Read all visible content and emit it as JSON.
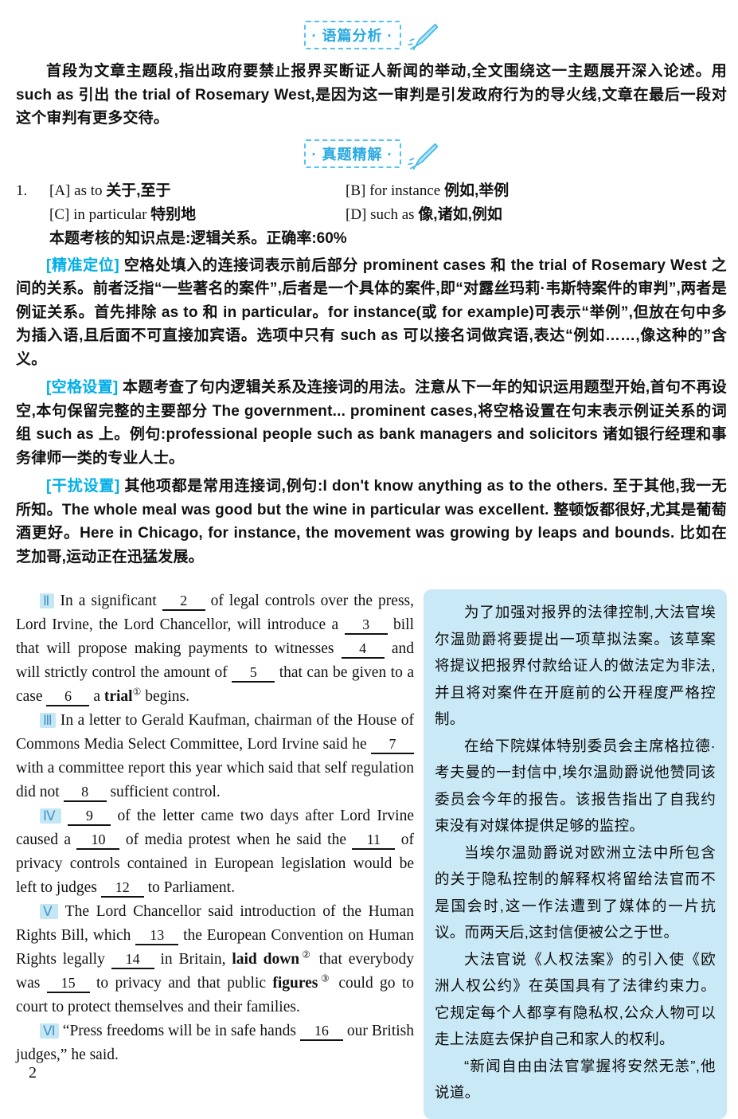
{
  "page": {
    "number": "2"
  },
  "badges": {
    "discourse_label": "· 语篇分析 ·",
    "exam_label": "· 真题精解 ·",
    "accent_color": "#2aa9e1",
    "pen_icon_color": "#9adcf7"
  },
  "discourse_analysis": {
    "text": "首段为文章主题段,指出政府要禁止报界买断证人新闻的举动,全文围绕这一主题展开深入论述。用 such as 引出 the trial of Rosemary West,是因为这一审判是引发政府行为的导火线,文章在最后一段对这个审判有更多交待。"
  },
  "question": {
    "number": "1.",
    "options": [
      {
        "key": "[A]",
        "en": "as to ",
        "cn": "关于,至于"
      },
      {
        "key": "[B]",
        "en": "for instance ",
        "cn": "例如,举例"
      },
      {
        "key": "[C]",
        "en": "in particular ",
        "cn": "特别地"
      },
      {
        "key": "[D]",
        "en": "such as ",
        "cn": "像,诸如,例如"
      }
    ],
    "knowledge_point": "本题考核的知识点是:逻辑关系。正确率:60%",
    "sections": [
      {
        "label": "[精准定位]",
        "text": " 空格处填入的连接词表示前后部分 prominent cases 和 the trial of Rosemary West 之间的关系。前者泛指“一些著名的案件”,后者是一个具体的案件,即“对露丝玛莉·韦斯特案件的审判”,两者是例证关系。首先排除 as to 和 in particular。for instance(或 for example)可表示“举例”,但放在句中多为插入语,且后面不可直接加宾语。选项中只有 such as 可以接名词做宾语,表达“例如……,像这种的”含义。"
      },
      {
        "label": "[空格设置]",
        "text": " 本题考查了句内逻辑关系及连接词的用法。注意从下一年的知识运用题型开始,首句不再设空,本句保留完整的主要部分 The government... prominent cases,将空格设置在句末表示例证关系的词组 such as 上。例句:professional people such as bank managers and solicitors 诸如银行经理和事务律师一类的专业人士。"
      },
      {
        "label": "[干扰设置]",
        "text": " 其他项都是常用连接词,例句:I don't know anything as to the others. 至于其他,我一无所知。The whole meal was good but the wine in particular was excellent. 整顿饭都很好,尤其是葡萄酒更好。Here in Chicago, for instance, the movement was growing by leaps and bounds. 比如在芝加哥,运动正在迅猛发展。"
      }
    ]
  },
  "passage": {
    "paragraphs": [
      {
        "marker": "Ⅱ",
        "segments": [
          {
            "text": "In a significant "
          },
          {
            "blank": "2"
          },
          {
            "text": " of legal controls over the press, Lord Irvine, the Lord Chancellor, will introduce a "
          },
          {
            "blank": "3"
          },
          {
            "text": " bill that will propose making payments to witnesses "
          },
          {
            "blank": "4"
          },
          {
            "text": " and will strictly control the amount of "
          },
          {
            "blank": "5"
          },
          {
            "text": " that can be given to a case "
          },
          {
            "blank": "6"
          },
          {
            "text": " a "
          },
          {
            "bold": "trial"
          },
          {
            "sup": "①"
          },
          {
            "text": " begins."
          }
        ]
      },
      {
        "marker": "Ⅲ",
        "segments": [
          {
            "text": "In a letter to Gerald Kaufman, chairman of the House of Commons Media Select Committee, Lord Irvine said he "
          },
          {
            "blank": "7"
          },
          {
            "text": " with a committee report this year which said that self regulation did not "
          },
          {
            "blank": "8"
          },
          {
            "text": " sufficient control."
          }
        ]
      },
      {
        "marker": "Ⅳ",
        "segments": [
          {
            "blank": "9"
          },
          {
            "text": " of the letter came two days after Lord Irvine caused a "
          },
          {
            "blank": "10"
          },
          {
            "text": " of media protest when he said the "
          },
          {
            "blank": "11"
          },
          {
            "text": " of privacy controls contained in European legislation would be left to judges "
          },
          {
            "blank": "12"
          },
          {
            "text": " to Parliament."
          }
        ]
      },
      {
        "marker": "Ⅴ",
        "segments": [
          {
            "text": "The Lord Chancellor said introduction of the Human Rights Bill, which "
          },
          {
            "blank": "13"
          },
          {
            "text": " the European Convention on Human Rights legally "
          },
          {
            "blank": "14"
          },
          {
            "text": " in Britain, "
          },
          {
            "bold": "laid down"
          },
          {
            "sup": "②"
          },
          {
            "text": " that everybody was "
          },
          {
            "blank": "15"
          },
          {
            "text": " to privacy and that public "
          },
          {
            "bold": "figures"
          },
          {
            "sup": "③"
          },
          {
            "text": " could go to court to protect themselves and their families."
          }
        ]
      },
      {
        "marker": "Ⅵ",
        "segments": [
          {
            "text": "“Press freedoms will be in safe hands "
          },
          {
            "blank": "16"
          },
          {
            "text": " our British judges,” he said."
          }
        ]
      }
    ]
  },
  "translation": {
    "box_color": "#c9e9f6",
    "paragraphs": [
      "为了加强对报界的法律控制,大法官埃尔温勋爵将要提出一项草拟法案。该草案将提议把报界付款给证人的做法定为非法,并且将对案件在开庭前的公开程度严格控制。",
      "在给下院媒体特别委员会主席格拉德·考夫曼的一封信中,埃尔温勋爵说他赞同该委员会今年的报告。该报告指出了自我约束没有对媒体提供足够的监控。",
      "当埃尔温勋爵说对欧洲立法中所包含的关于隐私控制的解释权将留给法官而不是国会时,这一作法遭到了媒体的一片抗议。而两天后,这封信便被公之于世。",
      "大法官说《人权法案》的引入使《欧洲人权公约》在英国具有了法律约束力。它规定每个人都享有隐私权,公众人物可以走上法庭去保护自己和家人的权利。",
      "“新闻自由由法官掌握将安然无恙”,他说道。"
    ]
  }
}
